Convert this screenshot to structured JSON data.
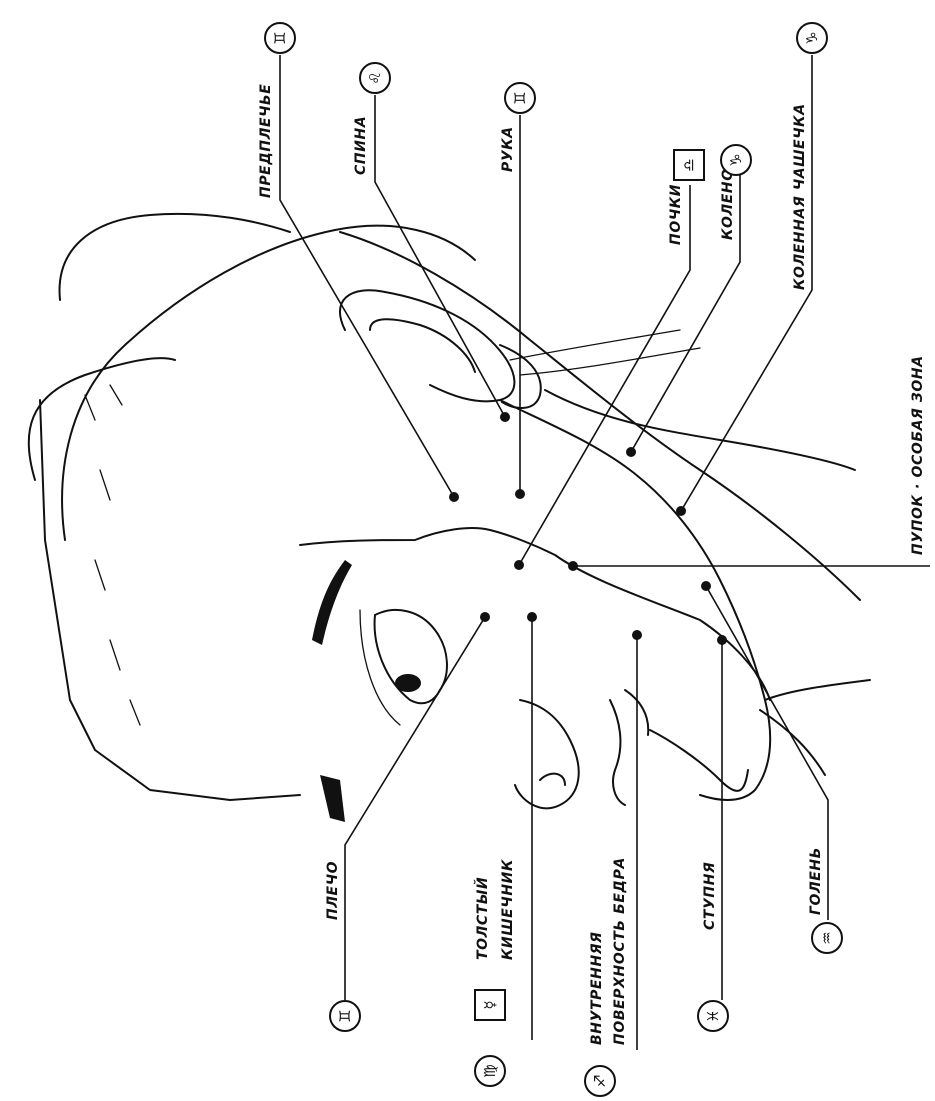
{
  "labels": {
    "predplechye": "ПРЕДПЛЕЧЬЕ",
    "spina": "СПИНА",
    "ruka": "РУКА",
    "pochki": "ПОЧКИ",
    "koleno": "КОЛЕНО",
    "kolennaya_chashechka": "КОЛЕННАЯ ЧАШЕЧКА",
    "pupok": "ПУПОК · ОСОБАЯ ЗОНА",
    "plecho": "ПЛЕЧО",
    "tolsty": "ТОЛСТЫЙ",
    "kishechnik": "КИШЕЧНИК",
    "vnutrennyaya": "ВНУТРЕННЯЯ",
    "poverkhnost_bedra": "ПОВЕРХНОСТЬ БЕДРА",
    "stupnya": "СТУПНЯ",
    "golen": "ГОЛЕНЬ"
  },
  "symbols": {
    "gemini": "♊",
    "leo": "♌",
    "libra": "♎",
    "capricorn": "♑",
    "virgo": "♍",
    "mercury": "☿",
    "sagittarius": "♐",
    "pisces": "♓",
    "aquarius": "♒"
  }
}
